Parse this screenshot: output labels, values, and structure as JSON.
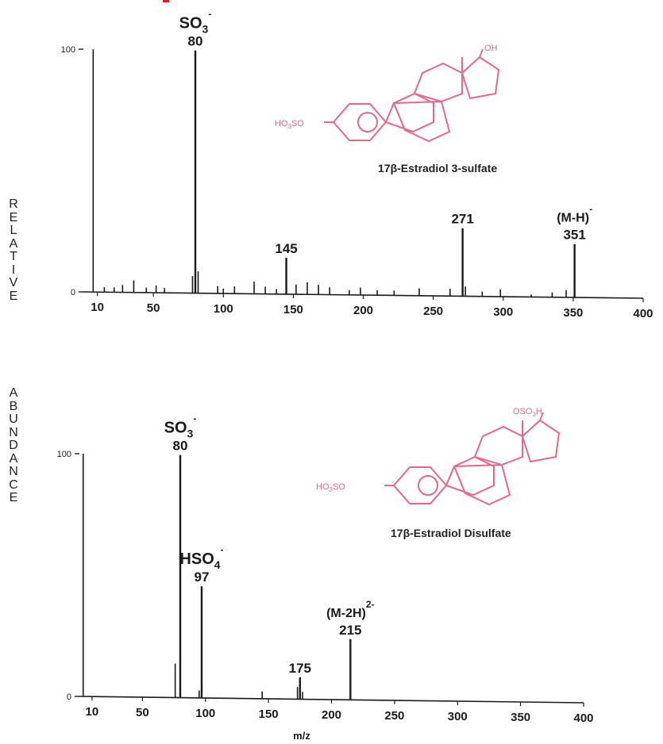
{
  "y_axis_label_top": "RELATIVE",
  "y_axis_label_bottom": "ABUNDANCE",
  "x_axis_label": "m/z",
  "compound_top": "17β-Estradiol 3-sulfate",
  "compound_bottom": "17β-Estradiol Disulfate",
  "colors": {
    "structure": "#e8678a",
    "ink": "#1a1a1a",
    "accent": "#e41e1e"
  },
  "chart_data": [
    {
      "type": "bar",
      "xlim": [
        0,
        400
      ],
      "ylim": [
        0,
        100
      ],
      "x_ticks": [
        10,
        50,
        100,
        150,
        200,
        250,
        300,
        350,
        400
      ],
      "y_ticks": [
        0,
        100
      ],
      "peaks": [
        {
          "x": 80,
          "y": 100,
          "label": "80",
          "ion": "SO",
          "sub": "3",
          "sup": "-"
        },
        {
          "x": 145,
          "y": 15,
          "label": "145"
        },
        {
          "x": 271,
          "y": 28,
          "label": "271"
        },
        {
          "x": 351,
          "y": 22,
          "label": "351",
          "ion": "(M-H)",
          "sup": "-"
        }
      ],
      "minor_peaks": [
        {
          "x": 7,
          "y": 100
        },
        {
          "x": 15,
          "y": 2
        },
        {
          "x": 22,
          "y": 2
        },
        {
          "x": 28,
          "y": 3
        },
        {
          "x": 36,
          "y": 5
        },
        {
          "x": 45,
          "y": 2
        },
        {
          "x": 52,
          "y": 3
        },
        {
          "x": 58,
          "y": 2
        },
        {
          "x": 78,
          "y": 7
        },
        {
          "x": 82,
          "y": 9
        },
        {
          "x": 96,
          "y": 3
        },
        {
          "x": 100,
          "y": 2
        },
        {
          "x": 108,
          "y": 3
        },
        {
          "x": 122,
          "y": 5
        },
        {
          "x": 130,
          "y": 3
        },
        {
          "x": 138,
          "y": 2
        },
        {
          "x": 152,
          "y": 4
        },
        {
          "x": 160,
          "y": 5
        },
        {
          "x": 168,
          "y": 4
        },
        {
          "x": 176,
          "y": 3
        },
        {
          "x": 190,
          "y": 2
        },
        {
          "x": 198,
          "y": 3
        },
        {
          "x": 210,
          "y": 2
        },
        {
          "x": 222,
          "y": 2
        },
        {
          "x": 240,
          "y": 3
        },
        {
          "x": 262,
          "y": 3
        },
        {
          "x": 273,
          "y": 4
        },
        {
          "x": 285,
          "y": 2
        },
        {
          "x": 298,
          "y": 3
        },
        {
          "x": 320,
          "y": 1
        },
        {
          "x": 335,
          "y": 2
        },
        {
          "x": 345,
          "y": 3
        }
      ]
    },
    {
      "type": "bar",
      "xlim": [
        0,
        400
      ],
      "ylim": [
        0,
        100
      ],
      "x_ticks": [
        10,
        50,
        100,
        150,
        200,
        250,
        300,
        350,
        400
      ],
      "x_label": "m/z",
      "y_ticks": [
        0,
        100
      ],
      "peaks": [
        {
          "x": 80,
          "y": 100,
          "label": "80",
          "ion": "SO",
          "sub": "3",
          "sup": "-"
        },
        {
          "x": 97,
          "y": 46,
          "label": "97",
          "ion": "HSO",
          "sub": "4",
          "sup": "-"
        },
        {
          "x": 175,
          "y": 9,
          "label": "175"
        },
        {
          "x": 215,
          "y": 25,
          "label": "215",
          "ion": "(M-2H)",
          "sup": "2-"
        }
      ],
      "minor_peaks": [
        {
          "x": 3,
          "y": 100
        },
        {
          "x": 76,
          "y": 14
        },
        {
          "x": 95,
          "y": 3
        },
        {
          "x": 145,
          "y": 3
        },
        {
          "x": 173,
          "y": 5
        },
        {
          "x": 177,
          "y": 3
        }
      ]
    }
  ]
}
